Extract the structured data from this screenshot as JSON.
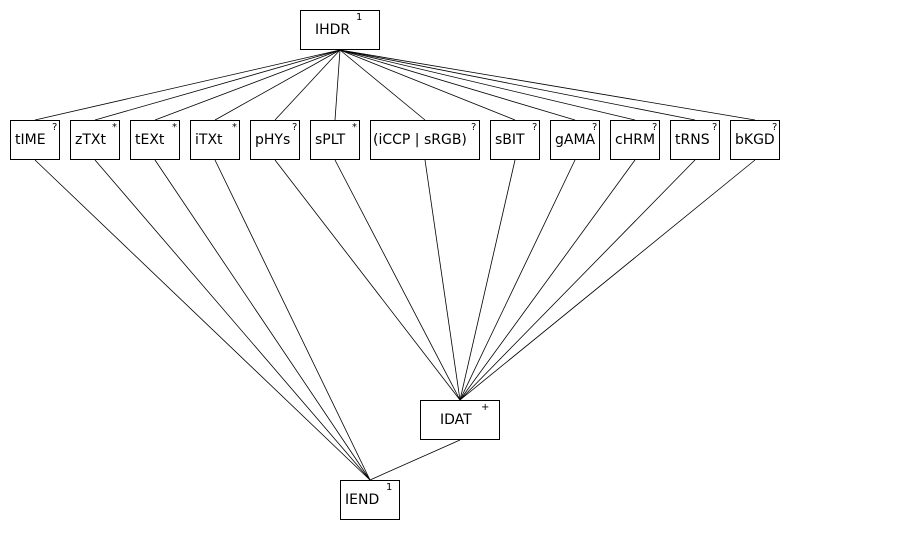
{
  "nodes": {
    "ihdr": {
      "label": "IHDR",
      "multiplicity": "1"
    },
    "time": {
      "label": "tIME",
      "multiplicity": "?"
    },
    "ztxt": {
      "label": "zTXt",
      "multiplicity": "*"
    },
    "text": {
      "label": "tEXt",
      "multiplicity": "*"
    },
    "itxt": {
      "label": "iTXt",
      "multiplicity": "*"
    },
    "phys": {
      "label": "pHYs",
      "multiplicity": "?"
    },
    "splt": {
      "label": "sPLT",
      "multiplicity": "*"
    },
    "iccp": {
      "label": "(iCCP | sRGB)",
      "multiplicity": "?"
    },
    "sbit": {
      "label": "sBIT",
      "multiplicity": "?"
    },
    "gama": {
      "label": "gAMA",
      "multiplicity": "?"
    },
    "chrm": {
      "label": "cHRM",
      "multiplicity": "?"
    },
    "trns": {
      "label": "tRNS",
      "multiplicity": "?"
    },
    "bkgd": {
      "label": "bKGD",
      "multiplicity": "?"
    },
    "idat": {
      "label": "IDAT",
      "multiplicity": "+"
    },
    "iend": {
      "label": "IEND",
      "multiplicity": "1"
    }
  },
  "edges": [
    [
      "ihdr",
      "time"
    ],
    [
      "ihdr",
      "ztxt"
    ],
    [
      "ihdr",
      "text"
    ],
    [
      "ihdr",
      "itxt"
    ],
    [
      "ihdr",
      "phys"
    ],
    [
      "ihdr",
      "splt"
    ],
    [
      "ihdr",
      "iccp"
    ],
    [
      "ihdr",
      "sbit"
    ],
    [
      "ihdr",
      "gama"
    ],
    [
      "ihdr",
      "chrm"
    ],
    [
      "ihdr",
      "trns"
    ],
    [
      "ihdr",
      "bkgd"
    ],
    [
      "time",
      "iend"
    ],
    [
      "ztxt",
      "iend"
    ],
    [
      "text",
      "iend"
    ],
    [
      "itxt",
      "iend"
    ],
    [
      "phys",
      "idat"
    ],
    [
      "splt",
      "idat"
    ],
    [
      "iccp",
      "idat"
    ],
    [
      "sbit",
      "idat"
    ],
    [
      "gama",
      "idat"
    ],
    [
      "chrm",
      "idat"
    ],
    [
      "trns",
      "idat"
    ],
    [
      "bkgd",
      "idat"
    ],
    [
      "idat",
      "iend"
    ]
  ]
}
